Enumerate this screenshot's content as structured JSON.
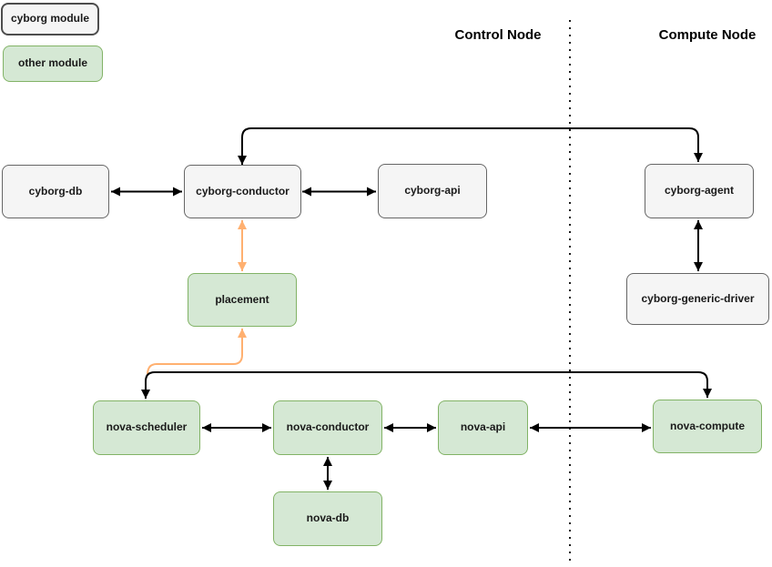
{
  "legend": {
    "cyborg_module_label": "cyborg module",
    "other_module_label": "other module"
  },
  "headers": {
    "control_node": "Control Node",
    "compute_node": "Compute Node"
  },
  "nodes": {
    "cyborg_db": "cyborg-db",
    "cyborg_conductor": "cyborg-conductor",
    "cyborg_api": "cyborg-api",
    "cyborg_agent": "cyborg-agent",
    "cyborg_generic_driver": "cyborg-generic-driver",
    "placement": "placement",
    "nova_scheduler": "nova-scheduler",
    "nova_conductor": "nova-conductor",
    "nova_api": "nova-api",
    "nova_compute": "nova-compute",
    "nova_db": "nova-db"
  },
  "colors": {
    "cyborg_module_fill": "#f5f5f5",
    "cyborg_module_border": "#666666",
    "other_module_fill": "#d5e8d4",
    "other_module_border": "#82b366",
    "arrow_black": "#000000",
    "arrow_orange": "#ffb070",
    "divider": "#1a1a1a"
  }
}
